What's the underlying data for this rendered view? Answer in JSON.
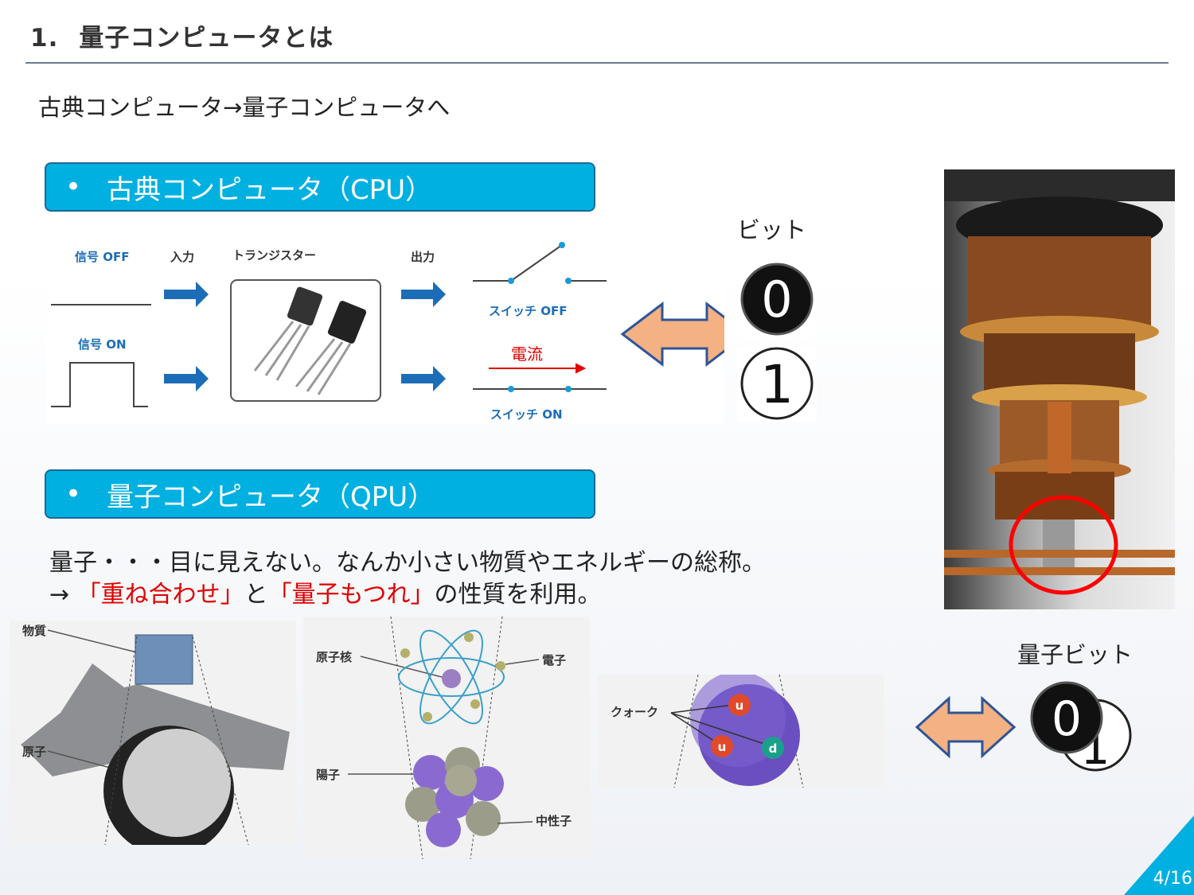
{
  "header": {
    "number": "1.",
    "title": "量子コンピュータとは"
  },
  "subtitle": "古典コンピュータ→量子コンピュータへ",
  "sections": {
    "classical": {
      "bullet": "•",
      "label": "古典コンピュータ（CPU）"
    },
    "quantum": {
      "bullet": "•",
      "label": "量子コンピュータ（QPU）"
    }
  },
  "diagram": {
    "signal_off": "信号 OFF",
    "signal_on": "信号 ON",
    "input": "入力",
    "transistor": "トランジスター",
    "output": "出力",
    "switch_off": "スイッチ OFF",
    "current": "電流",
    "switch_on": "スイッチ ON"
  },
  "bit": {
    "label": "ビット",
    "zero": "0",
    "one": "1"
  },
  "quantum_text": {
    "line1": "量子・・・目に見えない。なんか小さい物質やエネルギーの総称。",
    "arrow": "→",
    "superposition": "「重ね合わせ」",
    "and": "と",
    "entanglement": "「量子もつれ」",
    "suffix": "の性質を利用。"
  },
  "figures": {
    "matter": "物質",
    "atom": "原子",
    "nucleus": "原子核",
    "electron": "電子",
    "proton": "陽子",
    "neutron": "中性子",
    "quark": "クォーク",
    "u1": "u",
    "u2": "u",
    "d": "d"
  },
  "qubit": {
    "label": "量子ビット",
    "zero": "0",
    "one": "1"
  },
  "page": "4/16",
  "colors": {
    "accent": "#00b0e0",
    "arrow": "#f4b183",
    "red": "#e00000",
    "blue": "#1b6db7"
  }
}
